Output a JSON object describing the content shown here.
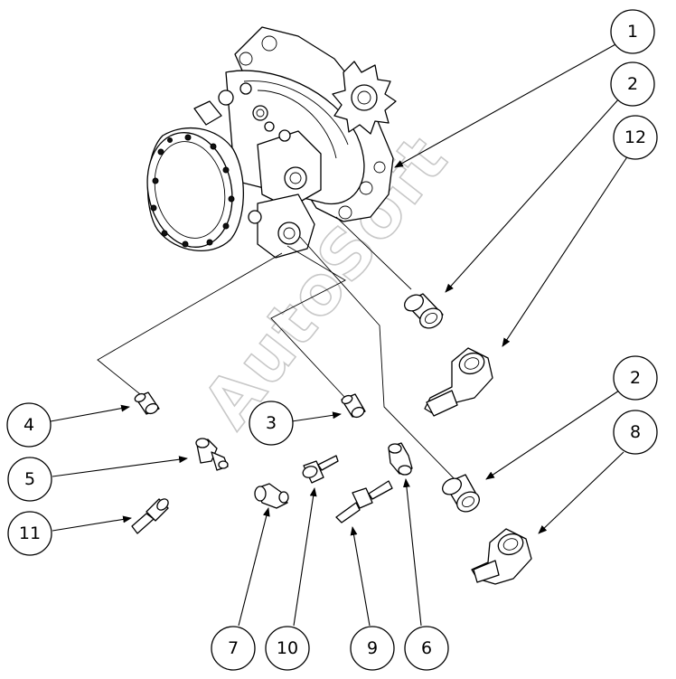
{
  "watermark": "AutoSoft",
  "callouts": [
    {
      "id": "c1",
      "label": "1"
    },
    {
      "id": "c2a",
      "label": "2"
    },
    {
      "id": "c12",
      "label": "12"
    },
    {
      "id": "c2b",
      "label": "2"
    },
    {
      "id": "c8",
      "label": "8"
    },
    {
      "id": "c4",
      "label": "4"
    },
    {
      "id": "c3",
      "label": "3"
    },
    {
      "id": "c5",
      "label": "5"
    },
    {
      "id": "c11",
      "label": "11"
    },
    {
      "id": "c7",
      "label": "7"
    },
    {
      "id": "c10",
      "label": "10"
    },
    {
      "id": "c9",
      "label": "9"
    },
    {
      "id": "c6",
      "label": "6"
    }
  ]
}
